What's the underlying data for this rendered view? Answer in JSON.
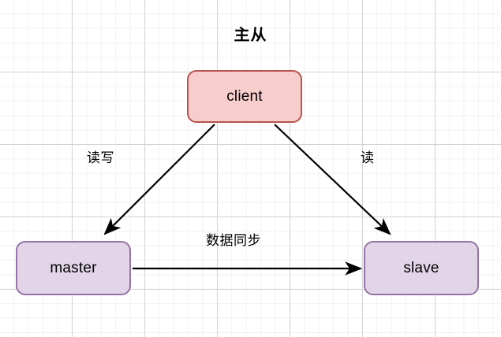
{
  "diagram": {
    "title": "主从",
    "nodes": [
      {
        "id": "client",
        "label": "client",
        "fill": "#f8cecc",
        "stroke": "#b85450"
      },
      {
        "id": "master",
        "label": "master",
        "fill": "#e1d5e7",
        "stroke": "#9673a6"
      },
      {
        "id": "slave",
        "label": "slave",
        "fill": "#e1d5e7",
        "stroke": "#9673a6"
      }
    ],
    "edges": [
      {
        "id": "client-master",
        "from": "client",
        "to": "master",
        "label": "读写"
      },
      {
        "id": "client-slave",
        "from": "client",
        "to": "slave",
        "label": "读"
      },
      {
        "id": "master-slave",
        "from": "master",
        "to": "slave",
        "label": "数据同步"
      }
    ],
    "edge_color": "#000000",
    "background": "#ffffff",
    "grid_color": "#d3d3d3"
  }
}
